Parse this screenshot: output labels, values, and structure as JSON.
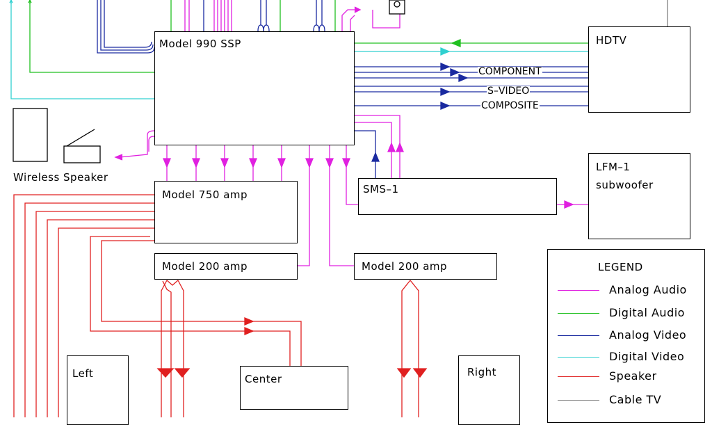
{
  "colors": {
    "analog_audio": "#e020e0",
    "digital_audio": "#20c020",
    "analog_video": "#1a2aa0",
    "digital_video": "#30d0d0",
    "speaker": "#e02020",
    "cable_tv": "#909090"
  },
  "components": {
    "ssp": "Model 990 SSP",
    "hdtv": "HDTV",
    "amp750": "Model 750 amp",
    "amp200_left": "Model 200 amp",
    "amp200_right": "Model 200 amp",
    "sms": "SMS–1",
    "subwoofer_line1": "LFM–1",
    "subwoofer_line2": "subwoofer",
    "wireless_speaker": "Wireless Speaker",
    "speaker_left": "Left",
    "speaker_center": "Center",
    "speaker_right": "Right"
  },
  "video_signals": {
    "component": "COMPONENT",
    "svideo": "S–VIDEO",
    "composite": "COMPOSITE"
  },
  "legend": {
    "title": "LEGEND",
    "items": [
      {
        "label": "Analog Audio",
        "color_key": "analog_audio"
      },
      {
        "label": "Digital Audio",
        "color_key": "digital_audio"
      },
      {
        "label": "Analog Video",
        "color_key": "analog_video"
      },
      {
        "label": "Digital Video",
        "color_key": "digital_video"
      },
      {
        "label": "Speaker",
        "color_key": "speaker"
      },
      {
        "label": "Cable TV",
        "color_key": "cable_tv"
      }
    ]
  }
}
